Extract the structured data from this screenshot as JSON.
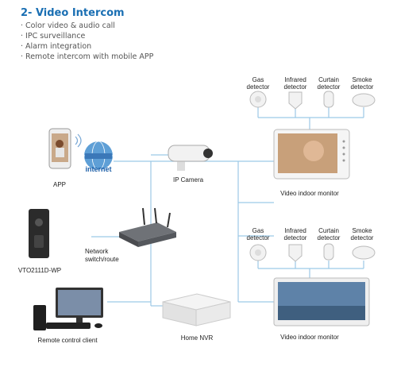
{
  "section_title": "2-  Video Intercom",
  "features": [
    "· Color video & audio call",
    "· IPC surveillance",
    "· Alarm integration",
    "· Remote intercom with mobile APP"
  ],
  "nodes": {
    "app": "APP",
    "internet": "internet",
    "ip_camera": "IP Camera",
    "network_switch_l1": "Network",
    "network_switch_l2": "switch/route",
    "door_station": "VTO2111D-WP",
    "remote_client": "Remote control client",
    "nvr": "Home NVR",
    "indoor_monitor_1": "Video indoor monitor",
    "indoor_monitor_2": "Video indoor monitor"
  },
  "detectors_top": [
    {
      "l1": "Gas",
      "l2": "detector"
    },
    {
      "l1": "Infrared",
      "l2": "detector"
    },
    {
      "l1": "Curtain",
      "l2": "detector"
    },
    {
      "l1": "Smoke",
      "l2": "detector"
    }
  ],
  "detectors_bottom": [
    {
      "l1": "Gas",
      "l2": "detector"
    },
    {
      "l1": "Infrared",
      "l2": "detector"
    },
    {
      "l1": "Curtain",
      "l2": "detector"
    },
    {
      "l1": "Smoke",
      "l2": "detector"
    }
  ],
  "colors": {
    "line": "#9cc9e6",
    "title": "#1a6fb3"
  }
}
